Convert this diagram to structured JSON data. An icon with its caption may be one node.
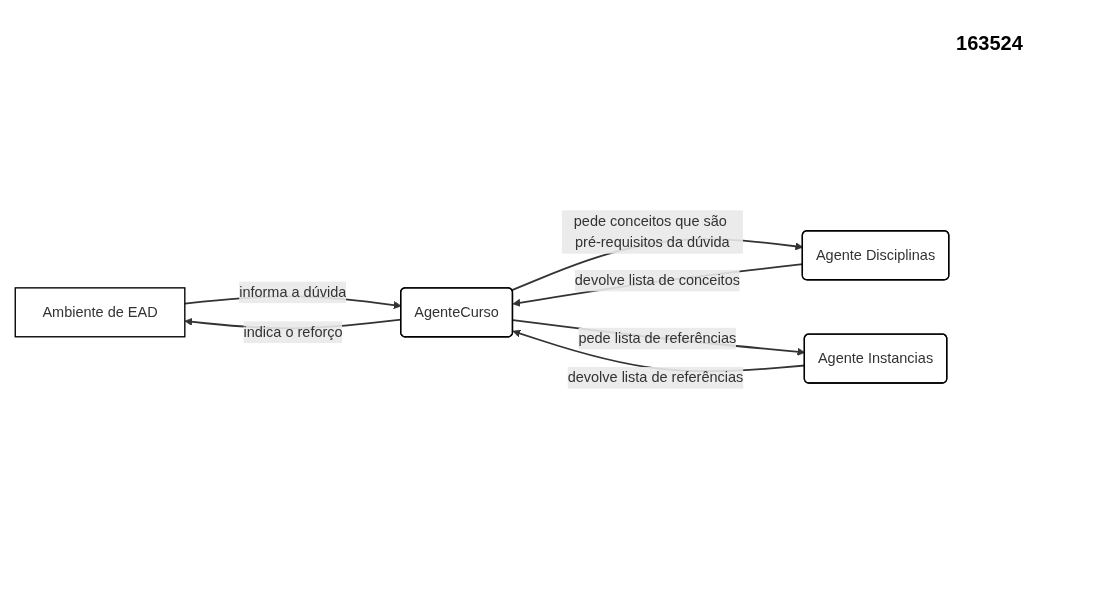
{
  "diagram": {
    "nodes": [
      {
        "text": [
          "Ambiente de EAD"
        ]
      },
      {
        "text": [
          "AgenteCurso"
        ]
      },
      {
        "text": [
          "Agente Disciplinas"
        ]
      },
      {
        "text": [
          "Agente Instancias"
        ]
      }
    ],
    "edges": [
      {
        "from": 0,
        "to": 1,
        "arrow": "to",
        "label": "informa a dúvida"
      },
      {
        "from": 1,
        "to": 0,
        "arrow": "to",
        "label": "indica o reforço"
      },
      {
        "from": 1,
        "to": 2,
        "arrow": "to",
        "label": "pede conceitos que são pré-requisitos da dúvida"
      },
      {
        "from": 2,
        "to": 1,
        "arrow": "to",
        "label": "devolve lista de conceitos"
      },
      {
        "from": 1,
        "to": 3,
        "arrow": "to",
        "label": "pede lista de referências"
      },
      {
        "from": 3,
        "to": 1,
        "arrow": "to",
        "label": "devolve lista de referências"
      }
    ],
    "labels": [
      "1",
      "6",
      "3",
      "5",
      "2",
      "4"
    ]
  }
}
